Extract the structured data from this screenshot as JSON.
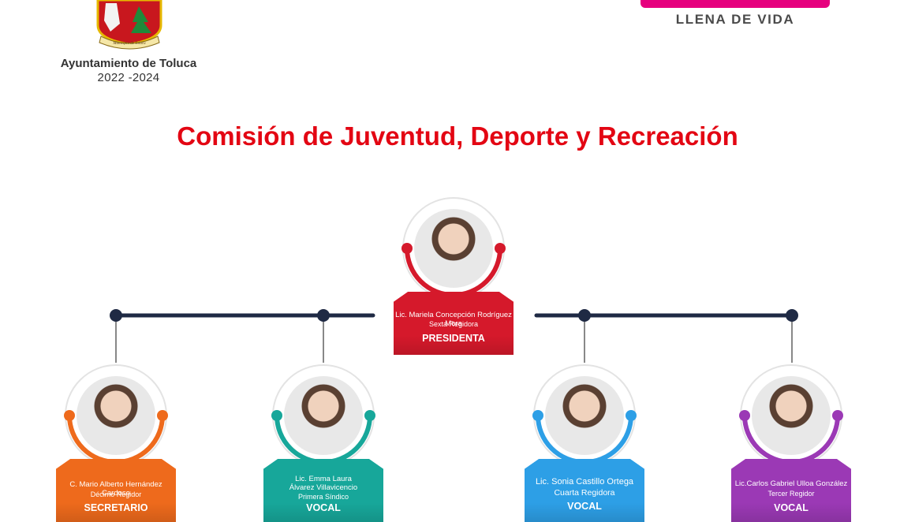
{
  "header": {
    "org_name": "Ayuntamiento de Toluca",
    "org_years": "2022 -2024",
    "seal_text": "Municipio de Toluca",
    "brand_tagline": "LLENA DE VIDA"
  },
  "title": "Comisión de Juventud, Deporte y Recreación",
  "members": {
    "president": {
      "name": "Lic. Mariela Concepción Rodríguez Mora",
      "title": "Sexta Regidora",
      "role": "PRESIDENTA",
      "color": "#d5192b"
    },
    "secretary": {
      "name": "C. Mario Alberto Hernández Cardoso",
      "title": "Décimo Regidor",
      "role": "SECRETARIO",
      "color": "#ee6a1c"
    },
    "vocal_1": {
      "name": "Lic. Emma Laura Álvarez Villavicencio",
      "title": "Primera Síndico",
      "role": "VOCAL",
      "color": "#17a79a"
    },
    "vocal_2": {
      "name": "Lic. Sonia Castillo Ortega",
      "title": "Cuarta Regidora",
      "role": "VOCAL",
      "color": "#2d9fe6"
    },
    "vocal_3": {
      "name": "Lic.Carlos Gabriel Ulloa González",
      "title": "Tercer Regidor",
      "role": "VOCAL",
      "color": "#9b39b5"
    }
  }
}
